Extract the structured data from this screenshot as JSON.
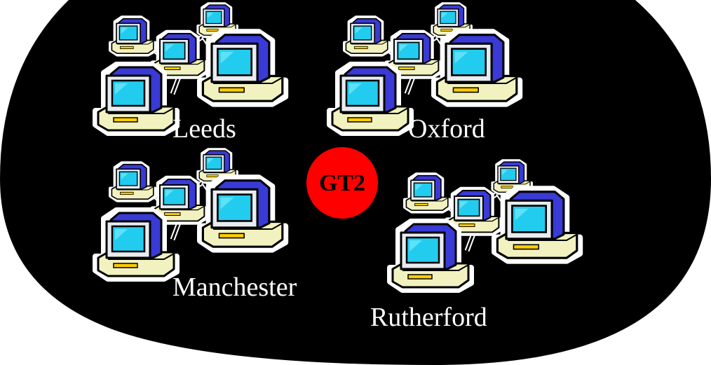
{
  "colors": {
    "background": "#ffffff",
    "network_field": "#000000",
    "hub": "#ff0000",
    "screen": "#22ccee",
    "monitor_body": "#3a3ad6",
    "base_stand": "#f2f2c0",
    "drive_slot": "#ffcc00",
    "label_text": "#ffffff"
  },
  "hub": {
    "label": "GT2"
  },
  "sites": [
    {
      "name": "Leeds"
    },
    {
      "name": "Oxford"
    },
    {
      "name": "Manchester"
    },
    {
      "name": "Rutherford"
    }
  ],
  "icons": {
    "computer": "computer-icon",
    "network_cable": "cable-line"
  }
}
